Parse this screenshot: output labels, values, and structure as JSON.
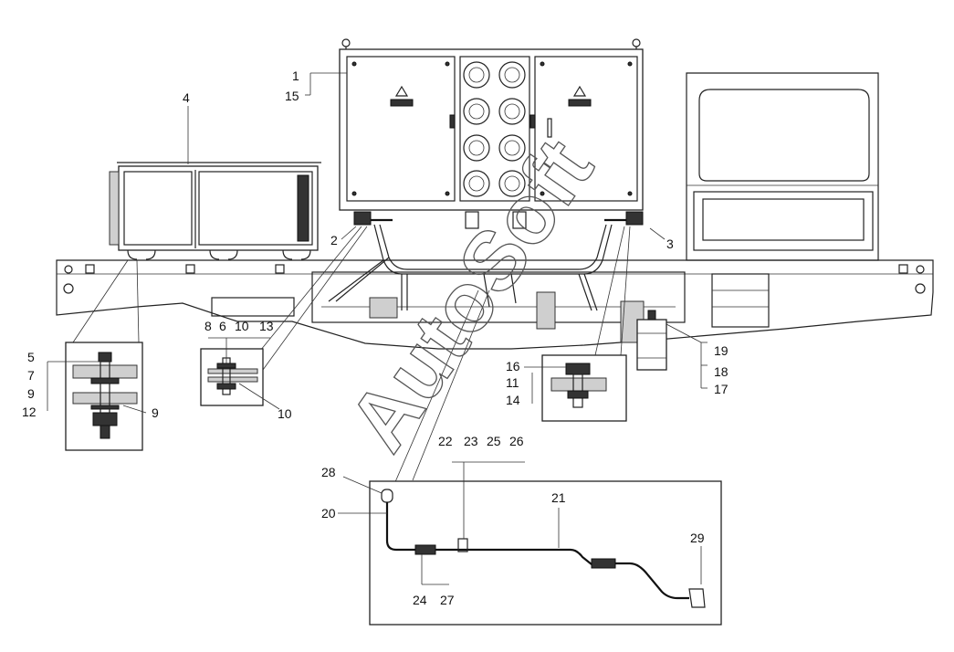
{
  "callouts": {
    "c1": "1",
    "c15": "15",
    "c4": "4",
    "c2": "2",
    "c3": "3",
    "c5": "5",
    "c7": "7",
    "c9a": "9",
    "c12": "12",
    "c9b": "9",
    "c8": "8",
    "c6": "6",
    "c10a": "10",
    "c13": "13",
    "c10b": "10",
    "c16": "16",
    "c11": "11",
    "c14": "14",
    "c19": "19",
    "c18": "18",
    "c17": "17",
    "c22": "22",
    "c23": "23",
    "c25": "25",
    "c26": "26",
    "c28": "28",
    "c20": "20",
    "c21": "21",
    "c29": "29",
    "c24": "24",
    "c27": "27"
  },
  "watermark": "AutoSoft",
  "icons": [
    "warning-triangle-icon"
  ]
}
